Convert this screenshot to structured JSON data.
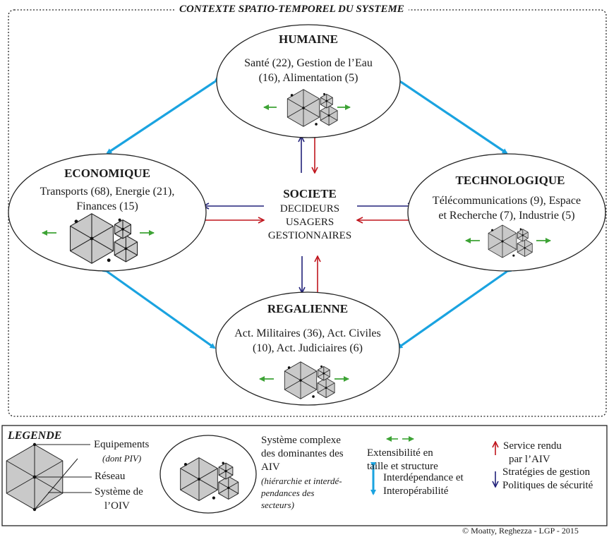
{
  "context_title": "CONTEXTE SPATIO-TEMPOREL DU SYSTEME",
  "domains": {
    "humaine": {
      "title": "HUMAINE",
      "line1": "Santé (22), Gestion de l’Eau",
      "line2": "(16), Alimentation (5)"
    },
    "economique": {
      "title": "ECONOMIQUE",
      "line1": "Transports (68), Energie (21),",
      "line2": "Finances (15)"
    },
    "technologique": {
      "title": "TECHNOLOGIQUE",
      "line1": "Télécommunications (9), Espace",
      "line2": "et Recherche (7), Industrie (5)"
    },
    "regalienne": {
      "title": "REGALIENNE",
      "line1": "Act. Militaires (36), Act. Civiles",
      "line2": "(10), Act. Judiciaires (6)"
    }
  },
  "societe": {
    "title": "SOCIETE",
    "line1": "DECIDEURS",
    "line2": "USAGERS",
    "line3": "GESTIONNAIRES"
  },
  "legend": {
    "title": "LEGENDE",
    "equipements": "Equipements",
    "dont_piv": "(dont PIV)",
    "reseau": "Réseau",
    "systeme_line1": "Système de",
    "systeme_line2": "l’OIV",
    "complexe_line1": "Système complexe",
    "complexe_line2": "des dominantes des",
    "complexe_line3": "AIV",
    "complexe_note1": "(hiérarchie et interdé-",
    "complexe_note2": "pendances des",
    "complexe_note3": "secteurs)",
    "ext_line1": "Extensibilité en",
    "ext_line2": "taille et structure",
    "interdep_line1": "Interdépendance et",
    "interdep_line2": "Interopérabilité",
    "service_line1": "Service rendu",
    "service_line2": "par l’AIV",
    "strat_line1": "Stratégies de gestion",
    "strat_line2": "Politiques de sécurité"
  },
  "credit": "© Moatty, Reghezza - LGP - 2015",
  "colors": {
    "blue": "#1aa3e0",
    "red": "#c0151d",
    "navy": "#22227a",
    "green": "#3da335",
    "hex_fill": "#c9c9c9"
  }
}
